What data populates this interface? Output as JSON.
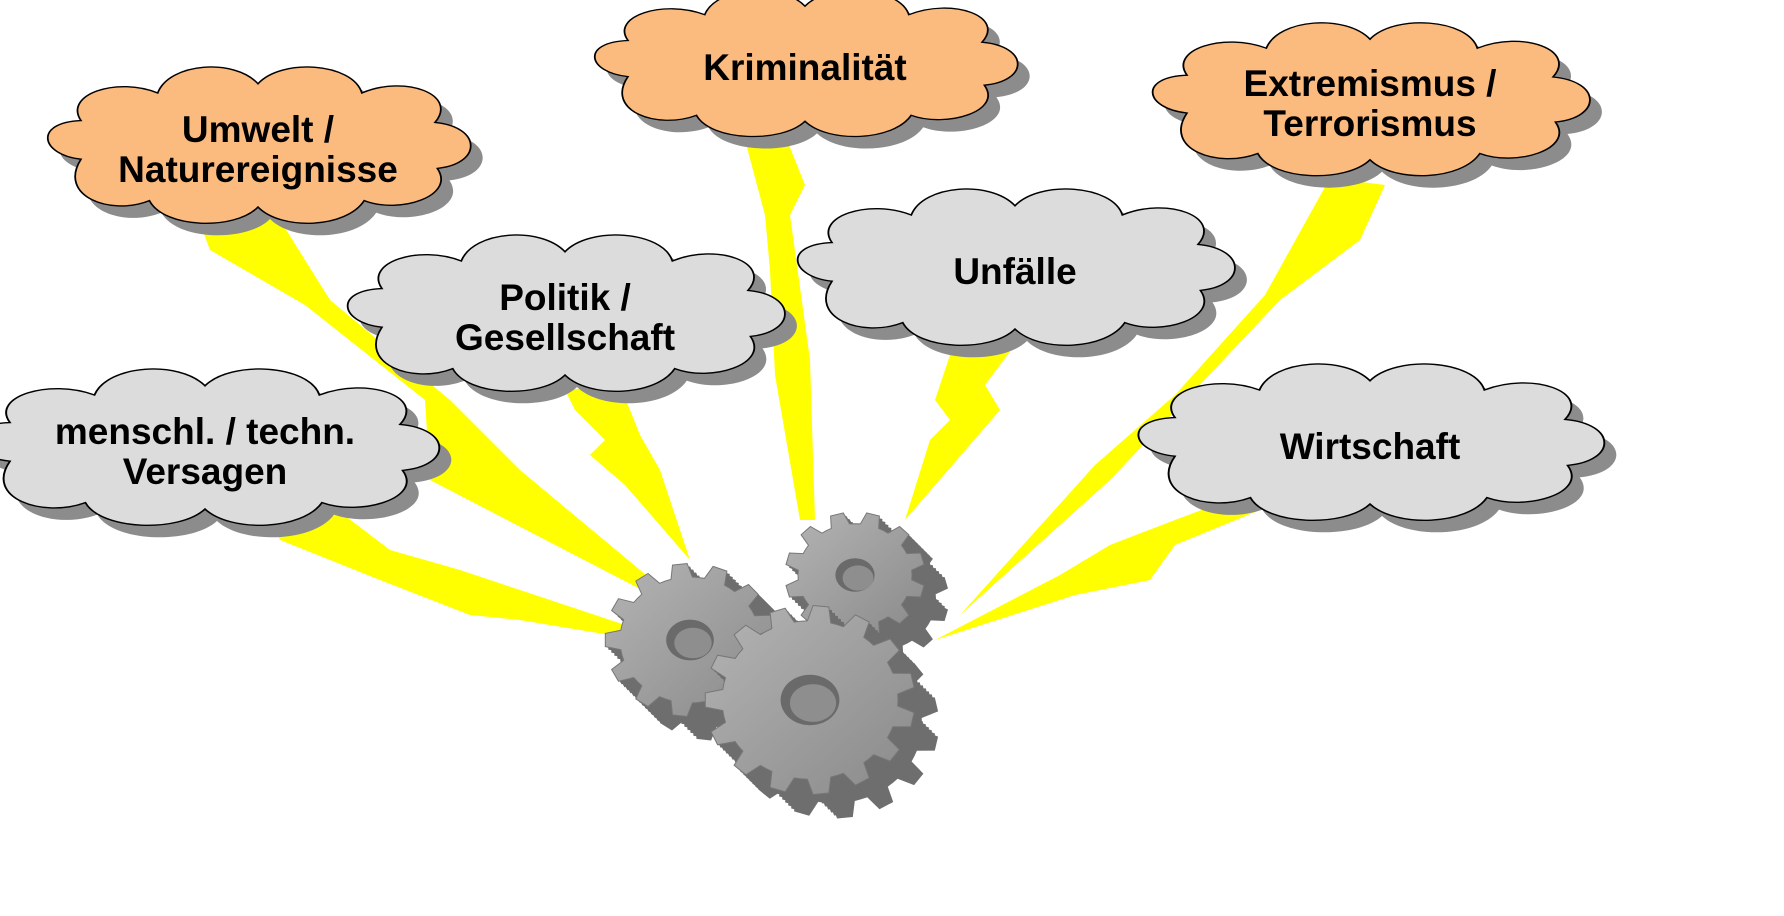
{
  "colors": {
    "risk_cloud": "#FBBA7E",
    "neutral_cloud": "#DCDCDC",
    "cloud_shadow": "#8C8C8C",
    "lightning": "#FFFF00",
    "gear_face": "#9A9A9A",
    "gear_side": "#6E6E6E"
  },
  "icons": {
    "gears": "gears-icon",
    "lightning": "lightning-bolt-icon"
  },
  "clouds": [
    {
      "id": "umwelt",
      "lines": [
        "Umwelt /",
        "Naturereignisse"
      ],
      "style": "risk"
    },
    {
      "id": "kriminalitaet",
      "lines": [
        "Kriminalität"
      ],
      "style": "risk"
    },
    {
      "id": "extremismus",
      "lines": [
        "Extremismus /",
        "Terrorismus"
      ],
      "style": "risk"
    },
    {
      "id": "politik",
      "lines": [
        "Politik /",
        "Gesellschaft"
      ],
      "style": "neutral"
    },
    {
      "id": "unfaelle",
      "lines": [
        "Unfälle"
      ],
      "style": "neutral"
    },
    {
      "id": "versagen",
      "lines": [
        "menschl. / techn.",
        "Versagen"
      ],
      "style": "neutral"
    },
    {
      "id": "wirtschaft",
      "lines": [
        "Wirtschaft"
      ],
      "style": "neutral"
    }
  ]
}
